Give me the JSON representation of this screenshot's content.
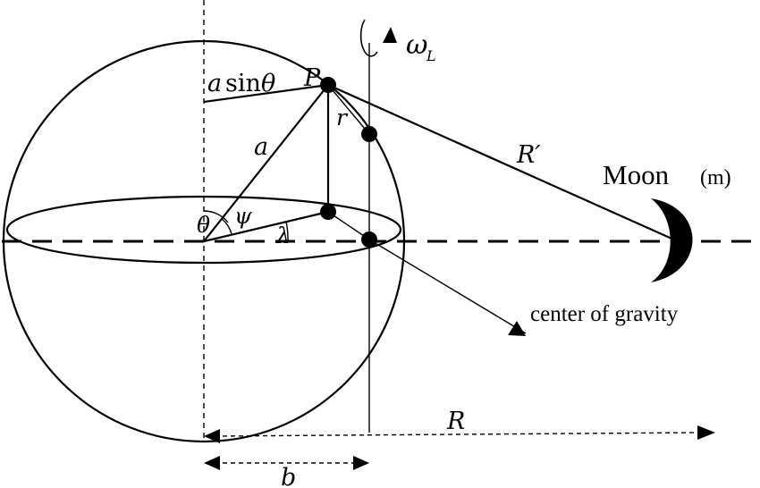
{
  "labels": {
    "a_sin_theta_a": "a",
    "a_sin_theta_sin": "sin",
    "a_sin_theta_theta": "θ",
    "point_p": "P",
    "r": "r",
    "a": "a",
    "theta": "θ",
    "psi": "ψ",
    "lambda": "λ",
    "omega": "ω",
    "omega_sub": "L",
    "r_prime": "R′",
    "moon": "Moon",
    "moon_mass": "(m)",
    "center_of_gravity": "center of gravity",
    "big_r": "R",
    "b": "b"
  }
}
